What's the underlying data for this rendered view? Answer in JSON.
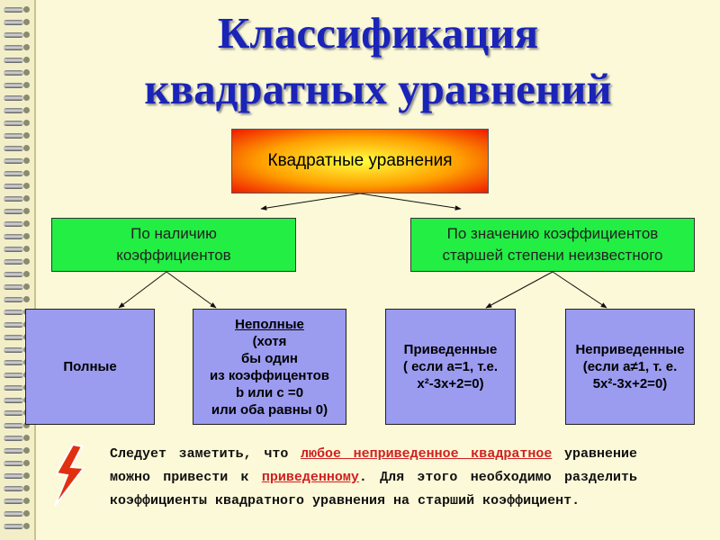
{
  "title": {
    "line1": "Классификация",
    "line2": "квадратных уравнений"
  },
  "root": {
    "label": "Квадратные уравнения"
  },
  "branches": [
    {
      "line1": "По наличию",
      "line2": "коэффициентов"
    },
    {
      "line1": "По значению коэффициентов",
      "line2": "старшей степени неизвестного"
    }
  ],
  "leaves": {
    "full": {
      "lines": [
        "Полные"
      ]
    },
    "incomplete": {
      "lines": [
        "Неполные",
        "(хотя",
        "бы один",
        "из коэффицентов",
        "b или с =0",
        "или оба равны 0)"
      ]
    },
    "reduced": {
      "lines": [
        "Приведенные",
        "( если а=1, т.е.",
        "х²-3х+2=0)"
      ]
    },
    "nonreduced": {
      "lines": [
        "Неприведенные",
        "(если а≠1, т. е.",
        "5х²-3х+2=0)"
      ]
    }
  },
  "note": {
    "part1": "Следует заметить, что ",
    "highlight1": "любое неприведенное квадратное",
    "part2": " уравнение можно привести к ",
    "highlight2": "приведенному",
    "part3": ". Для этого необходимо разделить коэффициенты квадратного уравнения на старший коэффициент."
  },
  "icons": {
    "note_marker": "lightning-bolt-icon"
  },
  "colors": {
    "title": "#1a24b8",
    "branch_fill": "#22ee44",
    "leaf_fill": "#9b9bf0",
    "highlight": "#d02020",
    "bolt": "#e03010"
  }
}
